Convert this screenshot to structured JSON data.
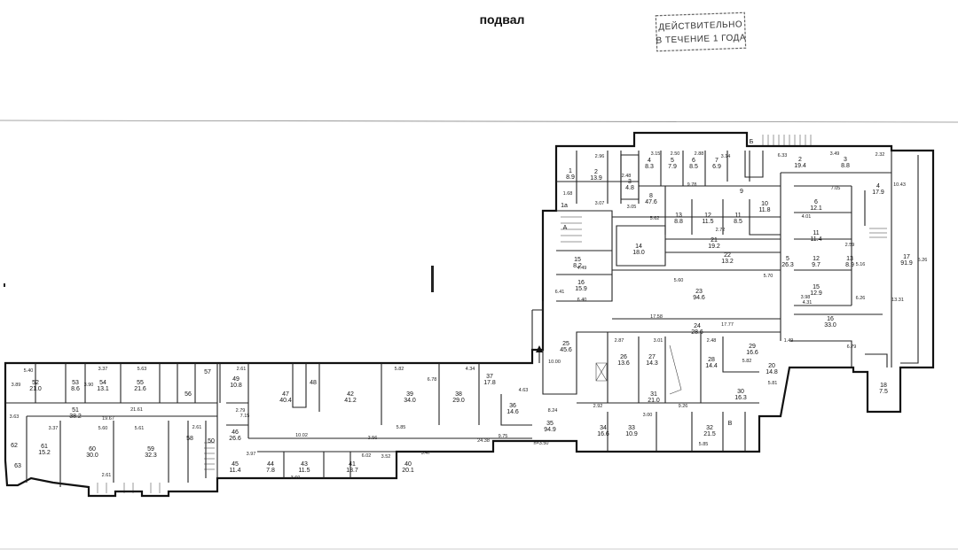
{
  "title": "подвал",
  "stamp": {
    "line1": "ДЕЙСТВИТЕЛЬНО",
    "line2": "В ТЕЧЕНИЕ 1 ГОДА"
  },
  "rooms": [
    {
      "id": "r1",
      "n": "1",
      "a": "8.9"
    },
    {
      "id": "r1a",
      "n": "1а",
      "a": ""
    },
    {
      "id": "r2",
      "n": "2",
      "a": "13.9"
    },
    {
      "id": "r3",
      "n": "3",
      "a": "4.8"
    },
    {
      "id": "r4",
      "n": "4",
      "a": "8.3"
    },
    {
      "id": "r5",
      "n": "5",
      "a": "7.9"
    },
    {
      "id": "r6",
      "n": "6",
      "a": "8.5"
    },
    {
      "id": "r7",
      "n": "7",
      "a": "6.9"
    },
    {
      "id": "r8",
      "n": "8",
      "a": "47.6"
    },
    {
      "id": "r9",
      "n": "9",
      "a": ""
    },
    {
      "id": "r10",
      "n": "10",
      "a": "11.8"
    },
    {
      "id": "r11",
      "n": "11",
      "a": "8.5"
    },
    {
      "id": "r12",
      "n": "12",
      "a": "11.5"
    },
    {
      "id": "r13",
      "n": "13",
      "a": "8.8"
    },
    {
      "id": "r14",
      "n": "14",
      "a": "18.0"
    },
    {
      "id": "r15",
      "n": "15",
      "a": "8.2"
    },
    {
      "id": "r16",
      "n": "16",
      "a": "15.9"
    },
    {
      "id": "r21",
      "n": "21",
      "a": "19.2"
    },
    {
      "id": "r22",
      "n": "22",
      "a": "13.2"
    },
    {
      "id": "r23",
      "n": "23",
      "a": "94.6"
    },
    {
      "id": "r24",
      "n": "24",
      "a": "28.6"
    },
    {
      "id": "r25",
      "n": "25",
      "a": "45.6"
    },
    {
      "id": "r26",
      "n": "26",
      "a": "13.6"
    },
    {
      "id": "r27",
      "n": "27",
      "a": "14.3"
    },
    {
      "id": "r28",
      "n": "28",
      "a": "14.4"
    },
    {
      "id": "r29",
      "n": "29",
      "a": "16.6"
    },
    {
      "id": "r30",
      "n": "30",
      "a": "16.3"
    },
    {
      "id": "r31",
      "n": "31",
      "a": "21.0"
    },
    {
      "id": "r32",
      "n": "32",
      "a": "21.5"
    },
    {
      "id": "r33",
      "n": "33",
      "a": "10.9"
    },
    {
      "id": "r34",
      "n": "34",
      "a": "16.6"
    },
    {
      "id": "r35",
      "n": "35",
      "a": "94.9"
    },
    {
      "id": "r36",
      "n": "36",
      "a": "14.6"
    },
    {
      "id": "r37",
      "n": "37",
      "a": "17.8"
    },
    {
      "id": "r38",
      "n": "38",
      "a": "29.0"
    },
    {
      "id": "r39",
      "n": "39",
      "a": "34.0"
    },
    {
      "id": "r40",
      "n": "40",
      "a": "20.1"
    },
    {
      "id": "r41",
      "n": "41",
      "a": "18.7"
    },
    {
      "id": "r42",
      "n": "42",
      "a": "41.2"
    },
    {
      "id": "r43",
      "n": "43",
      "a": "11.5"
    },
    {
      "id": "r44",
      "n": "44",
      "a": "7.8"
    },
    {
      "id": "r45",
      "n": "45",
      "a": "11.4"
    },
    {
      "id": "r46",
      "n": "46",
      "a": "26.6"
    },
    {
      "id": "r47",
      "n": "47",
      "a": "40.4"
    },
    {
      "id": "r48",
      "n": "48",
      "a": ""
    },
    {
      "id": "r49",
      "n": "49",
      "a": "10.8"
    },
    {
      "id": "r50",
      "n": "50",
      "a": ""
    },
    {
      "id": "r51",
      "n": "51",
      "a": "38.2"
    },
    {
      "id": "r52",
      "n": "52",
      "a": "21.0"
    },
    {
      "id": "r53",
      "n": "53",
      "a": "8.6"
    },
    {
      "id": "r54",
      "n": "54",
      "a": "13.1"
    },
    {
      "id": "r55",
      "n": "55",
      "a": "21.6"
    },
    {
      "id": "r56",
      "n": "56",
      "a": ""
    },
    {
      "id": "r57",
      "n": "57",
      "a": ""
    },
    {
      "id": "r58",
      "n": "58",
      "a": ""
    },
    {
      "id": "r59",
      "n": "59",
      "a": "32.3"
    },
    {
      "id": "r60",
      "n": "60",
      "a": "30.0"
    },
    {
      "id": "r61",
      "n": "61",
      "a": "15.2"
    },
    {
      "id": "r62",
      "n": "62",
      "a": ""
    },
    {
      "id": "r63",
      "n": "63",
      "a": ""
    },
    {
      "id": "e2",
      "n": "2",
      "a": "19.4"
    },
    {
      "id": "e3",
      "n": "3",
      "a": "8.8"
    },
    {
      "id": "e4",
      "n": "4",
      "a": "17.9"
    },
    {
      "id": "e5",
      "n": "5",
      "a": "26.3"
    },
    {
      "id": "e6",
      "n": "6",
      "a": "12.1"
    },
    {
      "id": "e11",
      "n": "11",
      "a": "11.4"
    },
    {
      "id": "e12",
      "n": "12",
      "a": "9.7"
    },
    {
      "id": "e13",
      "n": "13",
      "a": "8.9"
    },
    {
      "id": "e15",
      "n": "15",
      "a": "12.9"
    },
    {
      "id": "e16",
      "n": "16",
      "a": "33.0"
    },
    {
      "id": "e17",
      "n": "17",
      "a": "91.9"
    },
    {
      "id": "e18",
      "n": "18",
      "a": "7.5"
    },
    {
      "id": "e20",
      "n": "20",
      "a": "14.8"
    }
  ],
  "labels": {
    "stairA": "А",
    "lb": "Б",
    "lv": "В"
  },
  "dims": {
    "d1": "5.40",
    "d2": "3.37",
    "d3": "5.63",
    "d4": "3.89",
    "d5": "3.90",
    "d6": "21.61",
    "d7": "19.67",
    "d8": "3.63",
    "d9": "3.37",
    "d10": "5.60",
    "d11": "5.61",
    "d12": "2.61",
    "d13": "2.61",
    "d14": "10.02",
    "d15": "3.56",
    "d16": "5.85",
    "d17": "24.38",
    "d18": "9.75",
    "d19": "h=3.50",
    "d20": "5.47",
    "d21": "3.60",
    "d22": "5.82",
    "d23": "4.34",
    "d24": "6.78",
    "d25": "4.63",
    "d26": "8.24",
    "d27": "2.92",
    "d28": "3.00",
    "d29": "9.26",
    "d30": "17.58",
    "d31": "17.77",
    "d32": "5.82",
    "d33": "5.81",
    "d34": "6.41",
    "d35": "6.40",
    "d36": "4.49",
    "d37": "5.62",
    "d38": "5.60",
    "d39": "5.70",
    "d40": "9.78",
    "d41": "3.05",
    "d42": "3.07",
    "d43": "2.72",
    "d44": "6.33",
    "d45": "3.49",
    "d46": "2.32",
    "d47": "10.43",
    "d48": "5.26",
    "d49": "13.31",
    "d50": "7.05",
    "d51": "4.01",
    "d52": "3.98",
    "d53": "4.31",
    "d54": "6.79",
    "d55": "2.59",
    "d56": "5.16",
    "d57": "3.15",
    "d58": "2.50",
    "d59": "2.88",
    "d60": "3.14",
    "d61": "2.96",
    "d62": "2.48",
    "d63": "1.68",
    "d64": "2.61",
    "d65": "7.15",
    "d66": "2.79",
    "d67": "3.97",
    "d68": "6.02",
    "d69": "3.52",
    "d70": "5.85",
    "d71": "3.01",
    "d72": "2.87",
    "d73": "2.48",
    "d74": "6.26",
    "d75": "1.49",
    "d76": "10.00"
  }
}
